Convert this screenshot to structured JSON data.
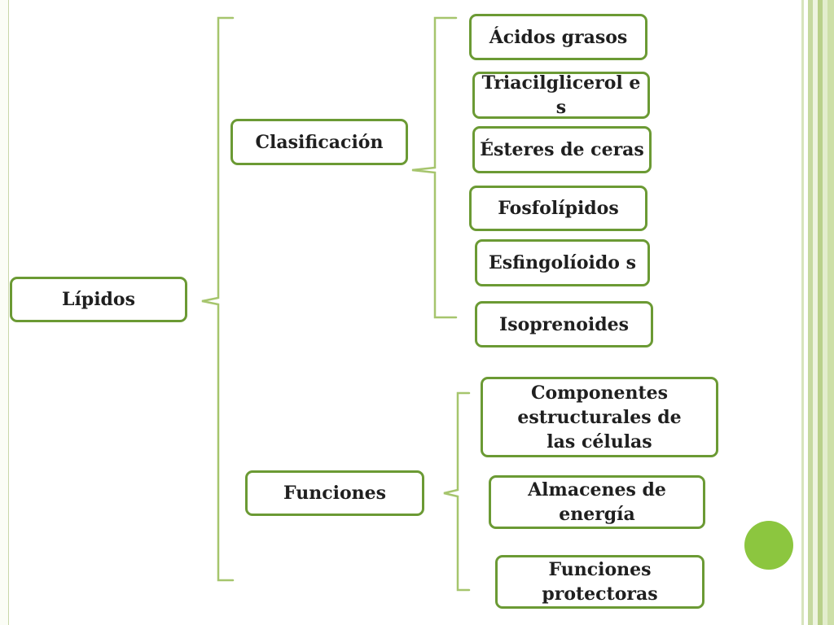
{
  "diagram": {
    "root": {
      "label": "Lípidos"
    },
    "branches": [
      {
        "label": "Clasificación",
        "children": [
          "Ácidos grasos",
          "Triacilglicerol es",
          "Ésteres de ceras",
          "Fosfolípidos",
          "Esfingolíoido s",
          "Isoprenoides"
        ]
      },
      {
        "label": "Funciones",
        "children": [
          "Componentes estructurales de las células",
          "Almacenes de energía",
          "Funciones protectoras"
        ]
      }
    ]
  },
  "colors": {
    "box_border": "#6b9a34",
    "brace_line": "#a6c56d",
    "accent_dot": "#8cc63f",
    "text": "#1f1f1f"
  }
}
